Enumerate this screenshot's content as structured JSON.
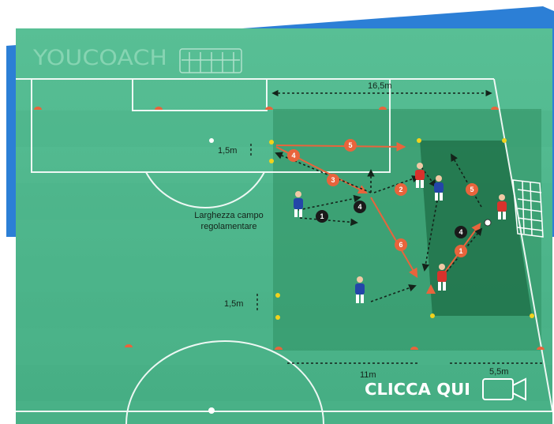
{
  "brand": {
    "logo_text": "YOUCOACH"
  },
  "labels": {
    "top_distance": "16,5m",
    "left_upper_distance": "1,5m",
    "left_lower_distance": "1,5m",
    "width_note_line1": "Larghezza campo",
    "width_note_line2": "regolamentare",
    "bottom_left_distance": "11m",
    "bottom_right_distance": "5,5m"
  },
  "cta": {
    "label": "CLICCA QUI",
    "icon": "video-camera-icon"
  },
  "numbered_markers": {
    "white": [
      "5",
      "4",
      "3",
      "2",
      "6",
      "5",
      "1"
    ],
    "black": [
      "1",
      "4",
      "4"
    ]
  },
  "colors": {
    "pitch_light": "#4db58a",
    "pitch_dark": "#3fa67b",
    "zone_mid": "#2f8f62",
    "zone_dark": "#1e6e45",
    "accent_blue": "#2c7fd6",
    "marker_orange": "#e8643c",
    "player_red": "#d8322c",
    "player_blue": "#2346a8",
    "cone_yellow": "#f2d21c"
  }
}
